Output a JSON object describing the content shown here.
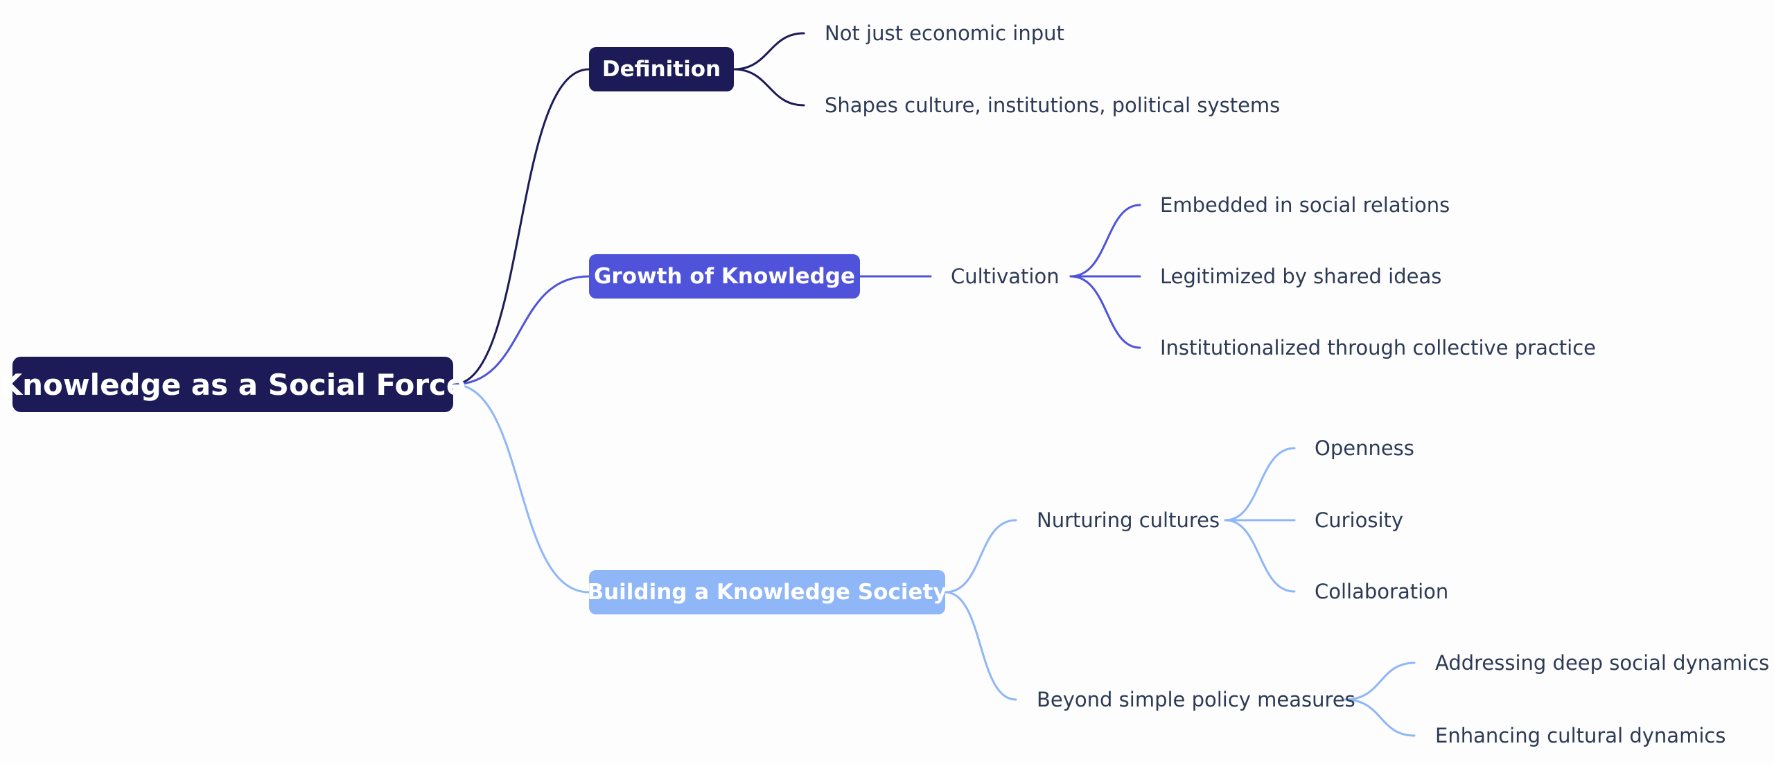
{
  "colors": {
    "background": "#fdfdfd",
    "root": "#1c1b57",
    "definition": "#1c1b57",
    "growth": "#4e53d9",
    "building": "#8fb6f7",
    "leaf_text": "#2d3a55"
  },
  "root": {
    "label": "Knowledge as a Social Force"
  },
  "branches": {
    "definition": {
      "label": "Definition",
      "children": [
        "Not just economic input",
        "Shapes culture, institutions, political systems"
      ]
    },
    "growth": {
      "label": "Growth of Knowledge",
      "child": {
        "label": "Cultivation",
        "children": [
          "Embedded in social relations",
          "Legitimized by shared ideas",
          "Institutionalized through collective practice"
        ]
      }
    },
    "building": {
      "label": "Building a Knowledge Society",
      "nurturing": {
        "label": "Nurturing cultures",
        "children": [
          "Openness",
          "Curiosity",
          "Collaboration"
        ]
      },
      "beyond": {
        "label": "Beyond simple policy measures",
        "children": [
          "Addressing deep social dynamics",
          "Enhancing cultural dynamics"
        ]
      }
    }
  }
}
